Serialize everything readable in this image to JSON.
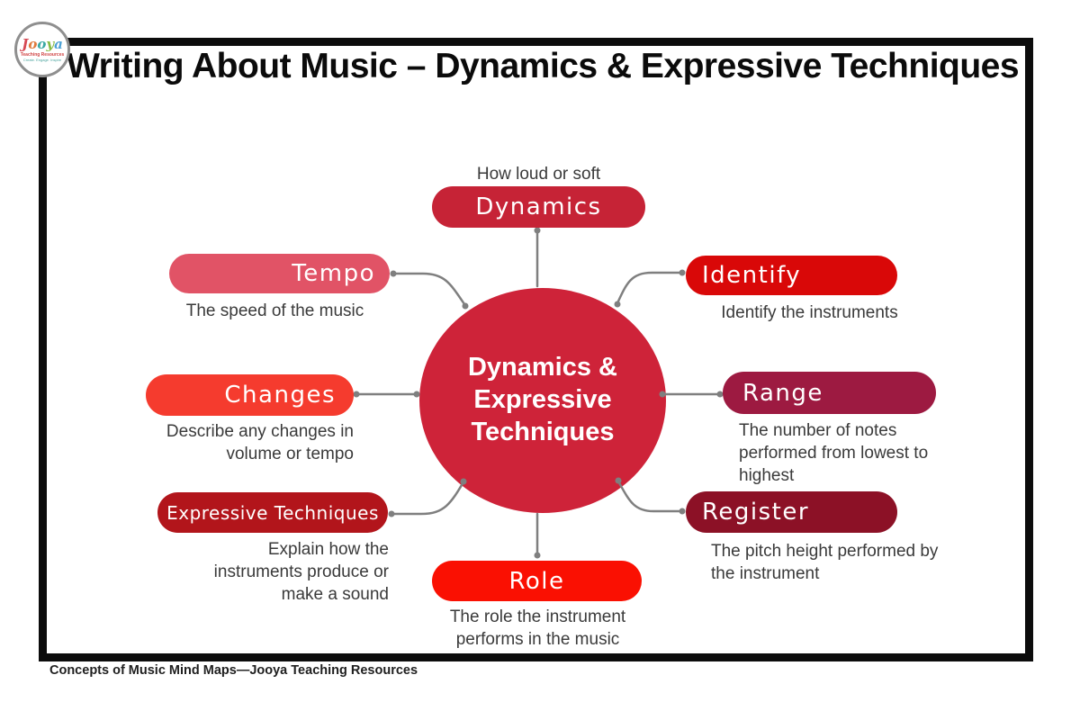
{
  "logo": {
    "word": "Jooya",
    "letters": [
      {
        "ch": "J",
        "color": "#d64954"
      },
      {
        "ch": "o",
        "color": "#e07a3c"
      },
      {
        "ch": "o",
        "color": "#3aa8a2"
      },
      {
        "ch": "y",
        "color": "#84bb42"
      },
      {
        "ch": "a",
        "color": "#4aa0d5"
      }
    ],
    "tagline1": "Teaching Resources",
    "tagline2": "Create. Engage. Inspire"
  },
  "title": "Writing About Music – Dynamics & Expressive Techniques",
  "center": {
    "label": "Dynamics &\nExpressive\nTechniques",
    "color": "#ce2339"
  },
  "nodes": {
    "dynamics": {
      "label": "Dynamics",
      "note": "How loud or soft",
      "color": "#c62336"
    },
    "tempo": {
      "label": "Tempo",
      "note": "The speed of the music",
      "color": "#e15366"
    },
    "identify": {
      "label": "Identify",
      "note": "Identify the instruments",
      "color": "#d90808"
    },
    "changes": {
      "label": "Changes",
      "note": "Describe any changes in\nvolume or tempo",
      "color": "#f53b2e"
    },
    "range": {
      "label": "Range",
      "note": "The number of notes\nperformed from lowest to\nhighest",
      "color": "#9d1a41"
    },
    "expressive": {
      "label": "Expressive Techniques",
      "note": "Explain how the\ninstruments produce or\nmake a sound",
      "color": "#b2151b"
    },
    "register": {
      "label": "Register",
      "note": "The pitch height performed by\nthe instrument",
      "color": "#8c1126"
    },
    "role": {
      "label": "Role",
      "note": "The role the instrument\nperforms in the music",
      "color": "#fa1002"
    }
  },
  "footer": "Concepts of Music Mind Maps—Jooya Teaching Resources",
  "connector_color": "#7f7f7f"
}
